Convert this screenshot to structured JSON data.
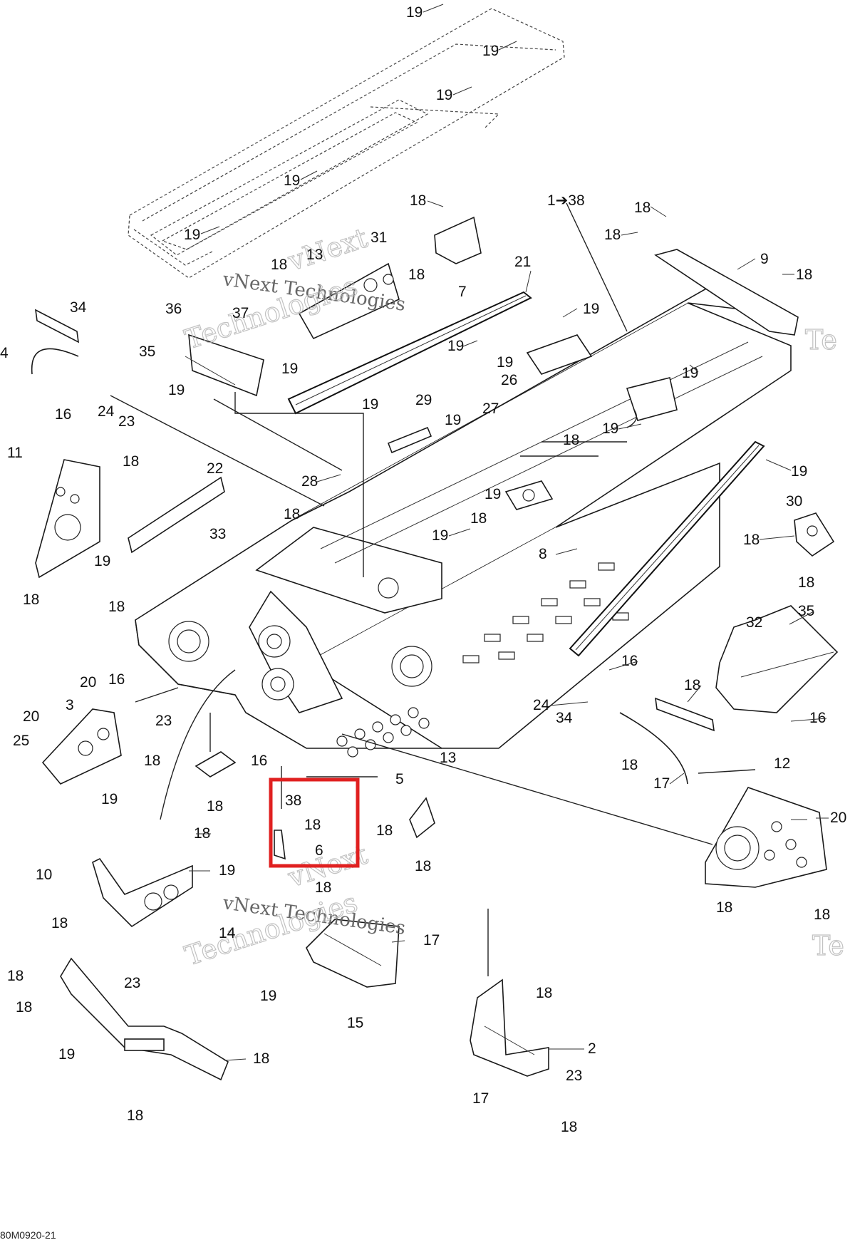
{
  "watermark": {
    "line1": "vNext Technologies",
    "line2": "vNext",
    "line3": "Technologies"
  },
  "diagram_code": "80M0920-21",
  "highlight_color": "#e02020",
  "callouts": [
    {
      "id": "c1",
      "text": "19"
    },
    {
      "id": "c2",
      "text": "19"
    },
    {
      "id": "c3",
      "text": "19"
    },
    {
      "id": "c4",
      "text": "19"
    },
    {
      "id": "c5",
      "text": "19"
    },
    {
      "id": "c6",
      "text": "18"
    },
    {
      "id": "c7",
      "text": "1➔38"
    },
    {
      "id": "c8",
      "text": "18"
    },
    {
      "id": "c9",
      "text": "18"
    },
    {
      "id": "c10",
      "text": "31"
    },
    {
      "id": "c11",
      "text": "18"
    },
    {
      "id": "c12",
      "text": "13"
    },
    {
      "id": "c13",
      "text": "18"
    },
    {
      "id": "c14",
      "text": "7"
    },
    {
      "id": "c15",
      "text": "9"
    },
    {
      "id": "c16",
      "text": "18"
    },
    {
      "id": "c17",
      "text": "21"
    },
    {
      "id": "c18",
      "text": "34"
    },
    {
      "id": "c19",
      "text": "36"
    },
    {
      "id": "c20",
      "text": "37"
    },
    {
      "id": "c21",
      "text": "19"
    },
    {
      "id": "c22",
      "text": "19"
    },
    {
      "id": "c23",
      "text": "35"
    },
    {
      "id": "c24",
      "text": "4"
    },
    {
      "id": "c25",
      "text": "19"
    },
    {
      "id": "c26",
      "text": "19"
    },
    {
      "id": "c27",
      "text": "19"
    },
    {
      "id": "c28",
      "text": "26"
    },
    {
      "id": "c29",
      "text": "19"
    },
    {
      "id": "c30",
      "text": "16"
    },
    {
      "id": "c31",
      "text": "24"
    },
    {
      "id": "c32",
      "text": "23"
    },
    {
      "id": "c33",
      "text": "19"
    },
    {
      "id": "c34",
      "text": "29"
    },
    {
      "id": "c35",
      "text": "19"
    },
    {
      "id": "c36",
      "text": "27"
    },
    {
      "id": "c37",
      "text": "19"
    },
    {
      "id": "c38",
      "text": "18"
    },
    {
      "id": "c39",
      "text": "11"
    },
    {
      "id": "c40",
      "text": "18"
    },
    {
      "id": "c41",
      "text": "22"
    },
    {
      "id": "c42",
      "text": "19"
    },
    {
      "id": "c43",
      "text": "28"
    },
    {
      "id": "c44",
      "text": "30"
    },
    {
      "id": "c45",
      "text": "19"
    },
    {
      "id": "c46",
      "text": "18"
    },
    {
      "id": "c47",
      "text": "18"
    },
    {
      "id": "c48",
      "text": "33"
    },
    {
      "id": "c49",
      "text": "19"
    },
    {
      "id": "c50",
      "text": "19"
    },
    {
      "id": "c51",
      "text": "8"
    },
    {
      "id": "c52",
      "text": "18"
    },
    {
      "id": "c53",
      "text": "18"
    },
    {
      "id": "c54",
      "text": "18"
    },
    {
      "id": "c55",
      "text": "18"
    },
    {
      "id": "c56",
      "text": "32"
    },
    {
      "id": "c57",
      "text": "35"
    },
    {
      "id": "c58",
      "text": "16"
    },
    {
      "id": "c59",
      "text": "20"
    },
    {
      "id": "c60",
      "text": "16"
    },
    {
      "id": "c61",
      "text": "20"
    },
    {
      "id": "c62",
      "text": "3"
    },
    {
      "id": "c63",
      "text": "25"
    },
    {
      "id": "c64",
      "text": "18"
    },
    {
      "id": "c65",
      "text": "23"
    },
    {
      "id": "c66",
      "text": "24"
    },
    {
      "id": "c67",
      "text": "34"
    },
    {
      "id": "c68",
      "text": "18"
    },
    {
      "id": "c69",
      "text": "16"
    },
    {
      "id": "c70",
      "text": "18"
    },
    {
      "id": "c71",
      "text": "13"
    },
    {
      "id": "c72",
      "text": "16"
    },
    {
      "id": "c73",
      "text": "5"
    },
    {
      "id": "c74",
      "text": "17"
    },
    {
      "id": "c75",
      "text": "19"
    },
    {
      "id": "c76",
      "text": "18"
    },
    {
      "id": "c77",
      "text": "38"
    },
    {
      "id": "c78",
      "text": "18"
    },
    {
      "id": "c79",
      "text": "6"
    },
    {
      "id": "c80",
      "text": "18"
    },
    {
      "id": "c81",
      "text": "18"
    },
    {
      "id": "c82",
      "text": "12"
    },
    {
      "id": "c83",
      "text": "20"
    },
    {
      "id": "c84",
      "text": "18"
    },
    {
      "id": "c85",
      "text": "10"
    },
    {
      "id": "c86",
      "text": "19"
    },
    {
      "id": "c87",
      "text": "18"
    },
    {
      "id": "c88",
      "text": "18"
    },
    {
      "id": "c89",
      "text": "18"
    },
    {
      "id": "c90",
      "text": "18"
    },
    {
      "id": "c91",
      "text": "14"
    },
    {
      "id": "c92",
      "text": "17"
    },
    {
      "id": "c93",
      "text": "18"
    },
    {
      "id": "c94",
      "text": "23"
    },
    {
      "id": "c95",
      "text": "19"
    },
    {
      "id": "c96",
      "text": "18"
    },
    {
      "id": "c97",
      "text": "18"
    },
    {
      "id": "c98",
      "text": "15"
    },
    {
      "id": "c99",
      "text": "2"
    },
    {
      "id": "c100",
      "text": "18"
    },
    {
      "id": "c101",
      "text": "19"
    },
    {
      "id": "c102",
      "text": "17"
    },
    {
      "id": "c103",
      "text": "18"
    },
    {
      "id": "c104",
      "text": "23"
    },
    {
      "id": "c105",
      "text": "18"
    }
  ]
}
